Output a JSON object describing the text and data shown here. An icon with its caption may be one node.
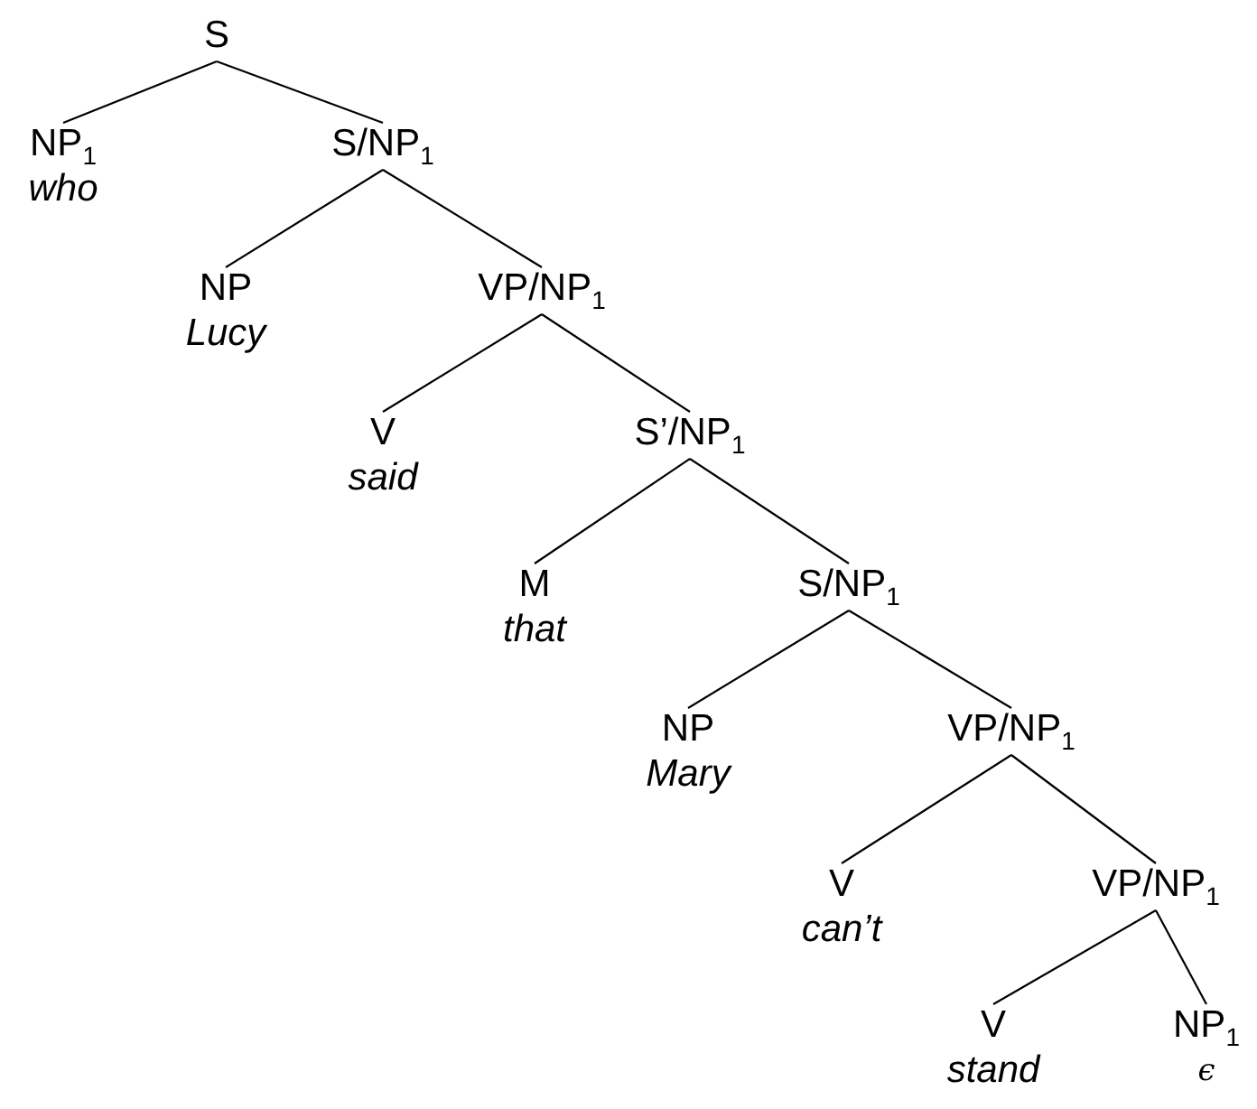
{
  "diagram": {
    "nodes": [
      {
        "text": [
          "S"
        ]
      },
      {
        "text": [
          "NP$_{1}$",
          "who"
        ]
      },
      {
        "text": [
          "S/NP$_{1}$"
        ]
      },
      {
        "text": [
          "NP",
          "Lucy"
        ]
      },
      {
        "text": [
          "VP/NP$_{1}$"
        ]
      },
      {
        "text": [
          "V",
          "said"
        ]
      },
      {
        "text": [
          "S’/NP$_{1}$"
        ]
      },
      {
        "text": [
          "M",
          "that"
        ]
      },
      {
        "text": [
          "S/NP$_{1}$"
        ]
      },
      {
        "text": [
          "NP",
          "Mary"
        ]
      },
      {
        "text": [
          "VP/NP$_{1}$"
        ]
      },
      {
        "text": [
          "V",
          "can’t"
        ]
      },
      {
        "text": [
          "VP/NP$_{1}$"
        ]
      },
      {
        "text": [
          "V",
          "stand"
        ]
      },
      {
        "text": [
          "NP$_{1}$",
          "ϵ"
        ]
      }
    ],
    "edges": [
      {
        "from": 0,
        "to": 1,
        "arrow": "none"
      },
      {
        "from": 0,
        "to": 2,
        "arrow": "none"
      },
      {
        "from": 2,
        "to": 3,
        "arrow": "none"
      },
      {
        "from": 2,
        "to": 4,
        "arrow": "none"
      },
      {
        "from": 4,
        "to": 5,
        "arrow": "none"
      },
      {
        "from": 4,
        "to": 6,
        "arrow": "none"
      },
      {
        "from": 6,
        "to": 7,
        "arrow": "none"
      },
      {
        "from": 6,
        "to": 8,
        "arrow": "none"
      },
      {
        "from": 8,
        "to": 9,
        "arrow": "none"
      },
      {
        "from": 8,
        "to": 10,
        "arrow": "none"
      },
      {
        "from": 10,
        "to": 11,
        "arrow": "none"
      },
      {
        "from": 10,
        "to": 12,
        "arrow": "none"
      },
      {
        "from": 12,
        "to": 13,
        "arrow": "none"
      },
      {
        "from": 12,
        "to": 14,
        "arrow": "none"
      }
    ]
  }
}
